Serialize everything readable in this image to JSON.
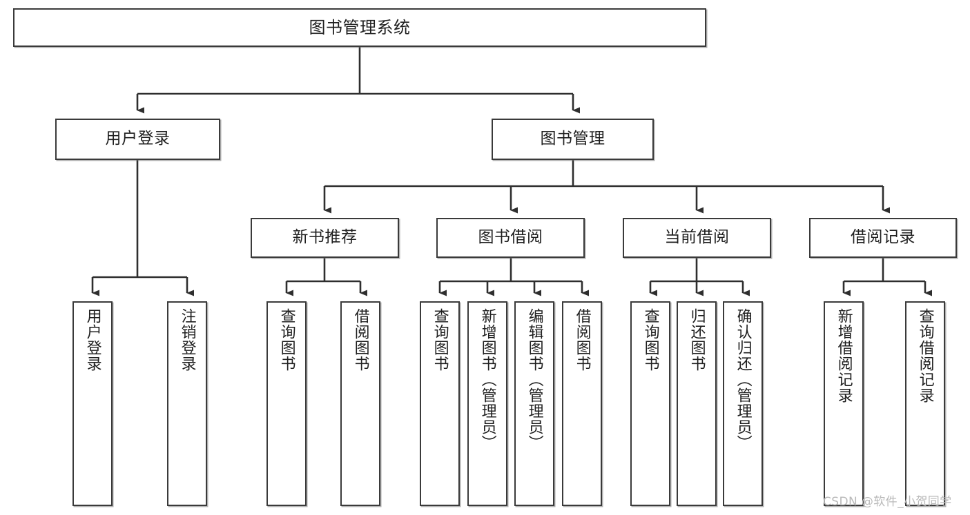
{
  "diagram": {
    "title": "图书管理系统",
    "type": "tree-hierarchy-chart",
    "root": {
      "label": "图书管理系统"
    },
    "level2": [
      {
        "label": "用户登录"
      },
      {
        "label": "图书管理"
      }
    ],
    "level3": [
      {
        "label": "新书推荐"
      },
      {
        "label": "图书借阅"
      },
      {
        "label": "当前借阅"
      },
      {
        "label": "借阅记录"
      }
    ],
    "leaves": [
      {
        "label": "用户登录"
      },
      {
        "label": "注销登录"
      },
      {
        "label": "查询图书"
      },
      {
        "label": "借阅图书"
      },
      {
        "label": "查询图书"
      },
      {
        "label": "新增图书（管理员）"
      },
      {
        "label": "编辑图书（管理员）"
      },
      {
        "label": "借阅图书"
      },
      {
        "label": "查询图书"
      },
      {
        "label": "归还图书"
      },
      {
        "label": "确认归还（管理员）"
      },
      {
        "label": "新增借阅记录"
      },
      {
        "label": "查询借阅记录"
      }
    ],
    "watermark": "CSDN @软件_小贺同学",
    "colors": {
      "stroke": "#3a3a3a",
      "fill": "#ffffff",
      "text": "#1f1f1f",
      "shadow": "#6e6e6e",
      "watermark": "#b9b9b9"
    }
  }
}
